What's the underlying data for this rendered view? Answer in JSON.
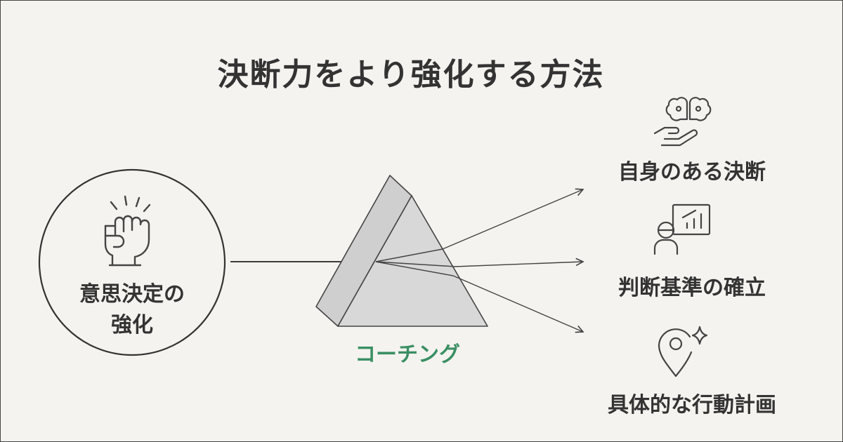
{
  "title": "決断力をより強化する方法",
  "source": {
    "label_line1": "意思決定の",
    "label_line2": "強化",
    "icon": "raised-fist-icon"
  },
  "prism": {
    "label": "コーチング",
    "label_color": "#3a8f63"
  },
  "outcomes": [
    {
      "label": "自身のある決断",
      "icon": "brain-in-hand-icon"
    },
    {
      "label": "判断基準の確立",
      "icon": "presenter-chart-icon"
    },
    {
      "label": "具体的な行動計画",
      "icon": "location-pin-sparkle-icon"
    }
  ]
}
